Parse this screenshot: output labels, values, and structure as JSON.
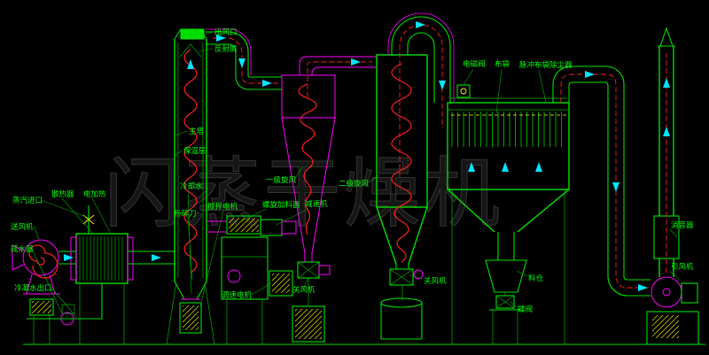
{
  "watermark": {
    "text": "闪蒸干燥机"
  },
  "colors": {
    "background": "#000000",
    "line_green": "#00e100",
    "line_magenta": "#ff00ff",
    "line_cyan": "#00e5ff",
    "line_red": "#ff2020",
    "line_yellow": "#ffff00",
    "label_text": "#00ff00",
    "watermark_gray": "#343434"
  },
  "labels": {
    "steam_inlet": "蒸汽进口",
    "radiator": "散热器",
    "heater": "电加热",
    "supply_fan": "送风机",
    "steam_trap": "疏水器",
    "condensate_outlet": "冷凝水出口",
    "air_outlet": "出风口",
    "reflector": "反射屏",
    "main_tower": "主塔",
    "insulation": "保温层",
    "cooling_water": "冷却水",
    "agitator_motor": "搅拌电机",
    "crusher_blade": "粉碎刀",
    "screw_feeder": "螺旋加料器",
    "reducer": "减速机",
    "speed_motor": "调速电机",
    "cyclone1": "一级旋风",
    "cyclone2": "二级旋风",
    "rotary_valve1": "关风机",
    "rotary_valve2": "关风机",
    "solenoid_valve": "电磁阀",
    "filter_bag": "布袋",
    "bag_filter": "脉冲布袋除尘器",
    "hopper": "料仓",
    "butterfly_valve": "蝶阀",
    "muffler": "消音器",
    "induced_fan": "引风机"
  }
}
